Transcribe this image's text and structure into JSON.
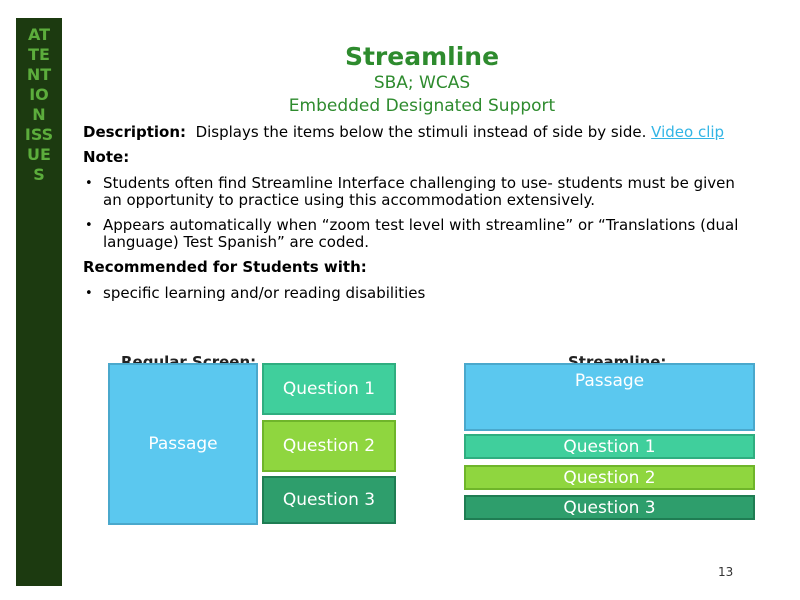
{
  "sidebar": {
    "lines": [
      "AT",
      "TE",
      "NT",
      "IO",
      "N",
      "ISS",
      "UE",
      "S"
    ]
  },
  "header": {
    "title": "Streamline",
    "subtitle1": "SBA; WCAS",
    "subtitle2": "Embedded Designated Support"
  },
  "description": {
    "label": "Description:",
    "text": "Displays the items below the stimuli instead of side by side.",
    "link_text": "Video clip"
  },
  "note": {
    "heading": "Note:",
    "bullets": [
      "Students often find Streamline Interface challenging to use- students must be given an opportunity to practice using this accommodation extensively.",
      "Appears automatically when “zoom test level with streamline” or “Translations (dual language) Test Spanish” are coded."
    ]
  },
  "recommended": {
    "heading": "Recommended for Students with:",
    "bullets": [
      "specific learning and/or reading disabilities"
    ]
  },
  "diagram": {
    "left_label": "Regular Screen:",
    "right_label": "Streamline:",
    "left": {
      "passage": "Passage",
      "q1": "Question 1",
      "q2": "Question 2",
      "q3": "Question 3"
    },
    "right": {
      "passage": "Passage",
      "q1": "Question 1",
      "q2": "Question 2",
      "q3": "Question 3"
    }
  },
  "page_number": "13",
  "colors": {
    "sidebar_bg": "#1c3a10",
    "sidebar_text": "#5cad3c",
    "title": "#2e8b2e",
    "passage": "#5bc8ef",
    "question1": "#40cf9c",
    "question2": "#8fd63f",
    "question3": "#2e9e6c",
    "link": "#33b5e5"
  }
}
